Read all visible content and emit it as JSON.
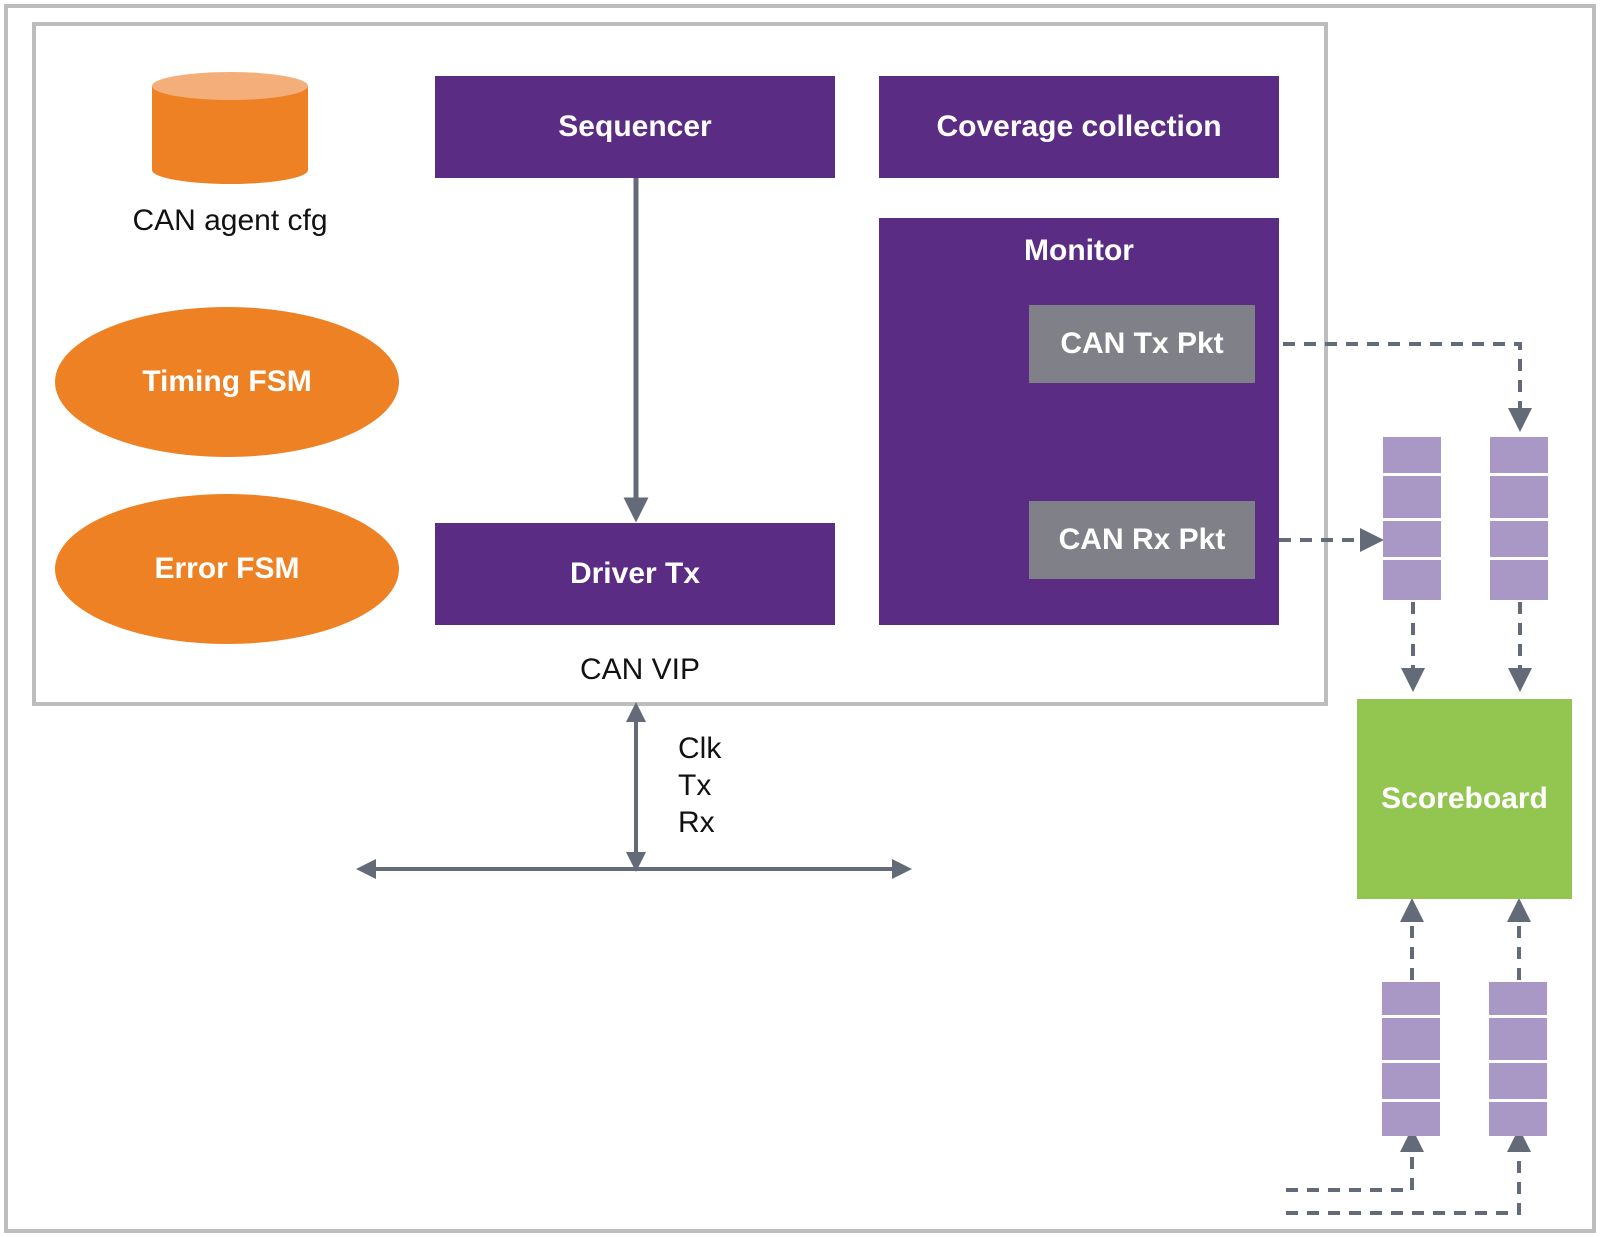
{
  "diagram": {
    "agent_cfg_label": "CAN agent cfg",
    "timing_fsm": "Timing FSM",
    "error_fsm": "Error FSM",
    "sequencer": "Sequencer",
    "coverage": "Coverage collection",
    "monitor": "Monitor",
    "tx_pkt": "CAN Tx Pkt",
    "rx_pkt": "CAN Rx Pkt",
    "driver": "Driver Tx",
    "vip_label": "CAN VIP",
    "signals": [
      "Clk",
      "Tx",
      "Rx"
    ],
    "scoreboard": "Scoreboard"
  },
  "colors": {
    "purple": "#5b2c83",
    "orange": "#ee8124",
    "grey_box": "#808088",
    "fifo": "#a998c5",
    "scoreboard": "#92c650",
    "arrow": "#636b78",
    "frame": "#bdbdbd"
  }
}
